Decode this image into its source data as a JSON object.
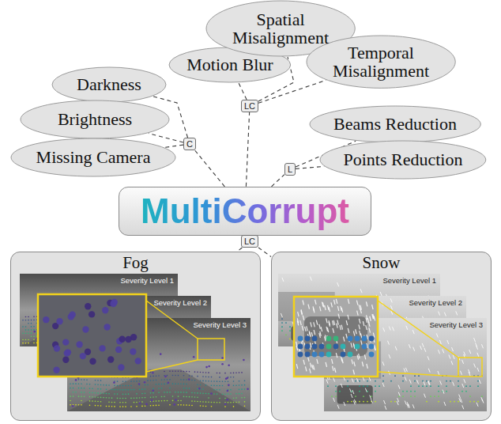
{
  "diagram": {
    "nodes": [
      {
        "text": [
          "MultiCorrupt"
        ]
      },
      {
        "text": [
          "C"
        ]
      },
      {
        "text": [
          "Darkness"
        ]
      },
      {
        "text": [
          "Brightness"
        ]
      },
      {
        "text": [
          "Missing Camera"
        ]
      },
      {
        "text": [
          "LC"
        ]
      },
      {
        "text": [
          "Motion Blur"
        ]
      },
      {
        "text": [
          "Spatial Misalignment"
        ]
      },
      {
        "text": [
          "Temporal Misalignment"
        ]
      },
      {
        "text": [
          "L"
        ]
      },
      {
        "text": [
          "Beams Reduction"
        ]
      },
      {
        "text": [
          "Points Reduction"
        ]
      },
      {
        "text": [
          "LC"
        ]
      },
      {
        "text": [
          "Fog"
        ]
      },
      {
        "text": [
          "Snow"
        ]
      }
    ],
    "edges": [
      {
        "from": 0,
        "to": 1,
        "arrow": "none"
      },
      {
        "from": 1,
        "to": 2,
        "arrow": "none"
      },
      {
        "from": 1,
        "to": 3,
        "arrow": "none"
      },
      {
        "from": 1,
        "to": 4,
        "arrow": "none"
      },
      {
        "from": 0,
        "to": 5,
        "arrow": "none"
      },
      {
        "from": 5,
        "to": 6,
        "arrow": "none"
      },
      {
        "from": 5,
        "to": 7,
        "arrow": "none"
      },
      {
        "from": 5,
        "to": 8,
        "arrow": "none"
      },
      {
        "from": 0,
        "to": 9,
        "arrow": "none"
      },
      {
        "from": 9,
        "to": 10,
        "arrow": "none"
      },
      {
        "from": 9,
        "to": 11,
        "arrow": "none"
      },
      {
        "from": 0,
        "to": 12,
        "arrow": "none"
      },
      {
        "from": 12,
        "to": 13,
        "arrow": "none"
      },
      {
        "from": 12,
        "to": 14,
        "arrow": "none"
      }
    ],
    "labels": [
      "Severity Level 1",
      "Severity Level 2",
      "Severity Level 3",
      "Severity Level 1",
      "Severity Level 2",
      "Severity Level 3"
    ]
  }
}
